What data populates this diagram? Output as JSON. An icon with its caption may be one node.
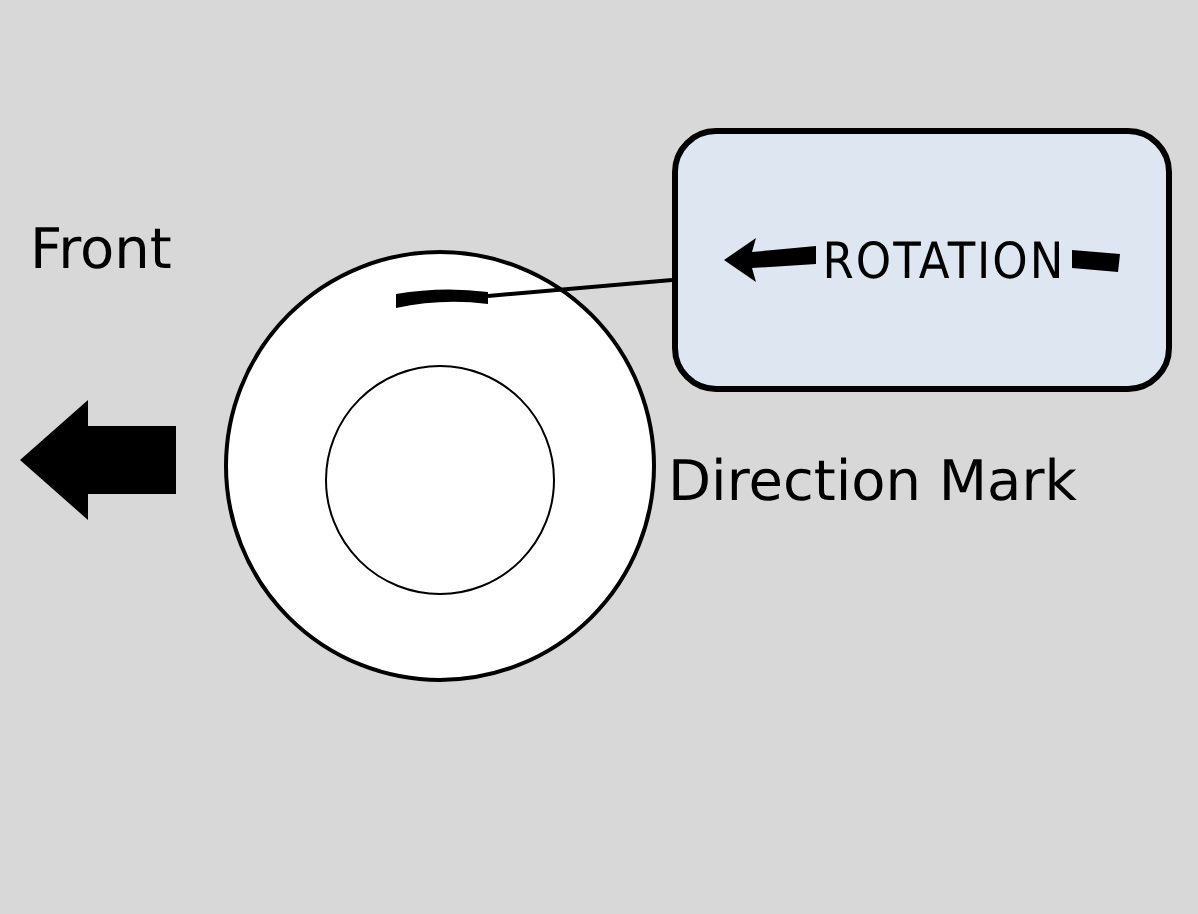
{
  "diagram": {
    "nodes": [
      {
        "text": [
          "ROTATION"
        ],
        "beside": [
          "Direction Mark"
        ]
      },
      {
        "text": [],
        "shape": "bar"
      }
    ],
    "edges": [
      {
        "from": 0,
        "to": 1,
        "arrow": "none"
      }
    ],
    "labels": [
      "Front"
    ]
  }
}
